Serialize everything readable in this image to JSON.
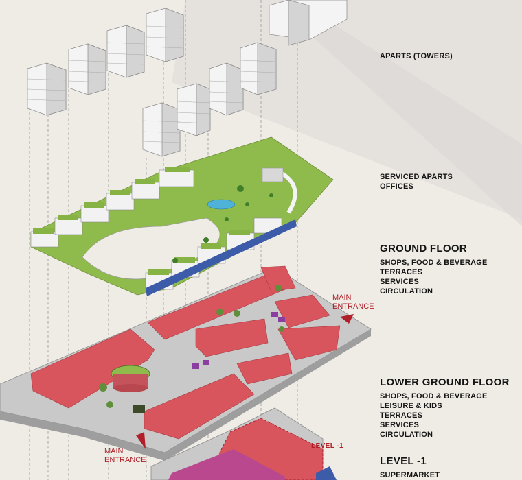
{
  "colors": {
    "background": "#efebe5",
    "retail_red": "#d9555d",
    "green_roof": "#8fba4c",
    "tower_white": "#f4f4f4",
    "pool_blue": "#4fb3d9",
    "accent_red": "#b0202a"
  },
  "labels": {
    "towers": {
      "lines": [
        "APARTS (TOWERS)"
      ]
    },
    "serviced": {
      "lines": [
        "SERVICED APARTS",
        "OFFICES"
      ]
    },
    "ground": {
      "title": "GROUND FLOOR",
      "lines": [
        "SHOPS, FOOD & BEVERAGE",
        "TERRACES",
        "SERVICES",
        "CIRCULATION"
      ]
    },
    "lower": {
      "title": "LOWER GROUND FLOOR",
      "lines": [
        "SHOPS, FOOD & BEVERAGE",
        "LEISURE & KIDS",
        "TERRACES",
        "SERVICES",
        "CIRCULATION"
      ]
    },
    "level_minus1": {
      "title": "LEVEL -1",
      "lines": [
        "SUPERMARKET"
      ]
    }
  },
  "annotations": {
    "main_entrance_right": [
      "MAIN",
      "ENTRANCE"
    ],
    "main_entrance_left": [
      "MAIN",
      "ENTRANCE"
    ],
    "level_tag": "LEVEL -1"
  }
}
